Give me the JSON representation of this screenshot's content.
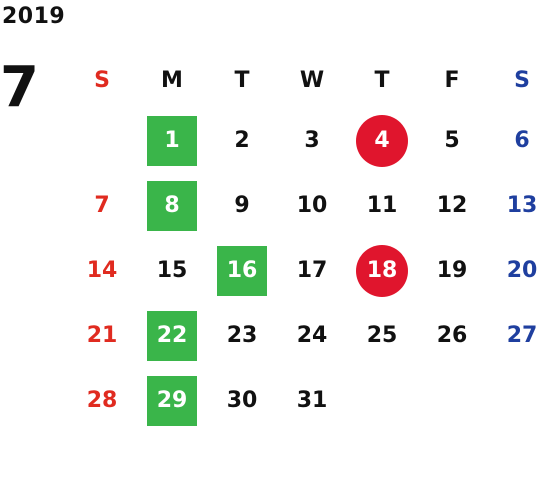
{
  "calendar": {
    "year": "2019",
    "month": "7",
    "weekdays": [
      "S",
      "M",
      "T",
      "W",
      "T",
      "F",
      "S"
    ],
    "colors": {
      "sunday": "#e02b20",
      "saturday": "#1f3f9f",
      "green_highlight": "#3ab54a",
      "red_highlight": "#e0152d"
    },
    "weeks": [
      [
        "",
        "1",
        "2",
        "3",
        "4",
        "5",
        "6"
      ],
      [
        "7",
        "8",
        "9",
        "10",
        "11",
        "12",
        "13"
      ],
      [
        "14",
        "15",
        "16",
        "17",
        "18",
        "19",
        "20"
      ],
      [
        "21",
        "22",
        "23",
        "24",
        "25",
        "26",
        "27"
      ],
      [
        "28",
        "29",
        "30",
        "31",
        "",
        "",
        ""
      ]
    ],
    "green_days": [
      "1",
      "8",
      "16",
      "22",
      "29"
    ],
    "red_days": [
      "4",
      "18"
    ]
  }
}
